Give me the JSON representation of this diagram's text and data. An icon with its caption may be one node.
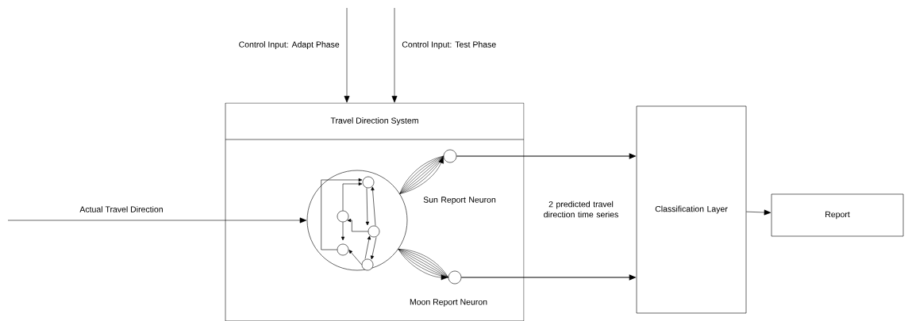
{
  "diagram": {
    "nodes": [
      {
        "text": [
          "Travel Direction System"
        ]
      },
      {
        "text": [],
        "shape": "circle",
        "in": 0
      },
      {
        "text": [],
        "shape": "circle",
        "in": 0
      },
      {
        "text": [],
        "shape": "circle",
        "in": 0,
        "beside": [
          "Moon Report Neuron"
        ]
      },
      {
        "text": [
          "Classification Layer"
        ]
      },
      {
        "text": [
          "Report"
        ]
      },
      {
        "text": [],
        "shape": "circle",
        "in": 1
      },
      {
        "text": [],
        "shape": "circle",
        "in": 1
      },
      {
        "text": [],
        "shape": "circle",
        "in": 1
      },
      {
        "text": [],
        "shape": "circle",
        "in": 1
      },
      {
        "text": [],
        "shape": "circle",
        "in": 1
      }
    ],
    "edges": [
      {
        "from": null,
        "to": 0,
        "arrow": "to",
        "label": "Control Input: Adapt Phase"
      },
      {
        "from": null,
        "to": 0,
        "arrow": "to",
        "label": "Control Input: Test Phase"
      },
      {
        "from": null,
        "to": 1,
        "arrow": "to",
        "label": "Actual Travel Direction"
      },
      {
        "from": 1,
        "to": 2,
        "arrow": "to"
      },
      {
        "from": 1,
        "to": 3,
        "arrow": "to"
      },
      {
        "from": 2,
        "to": 4,
        "arrow": "to"
      },
      {
        "from": 3,
        "to": 4,
        "arrow": "to"
      },
      {
        "from": 4,
        "to": 5,
        "arrow": "to"
      },
      {
        "from": 7,
        "to": 6,
        "arrow": "to"
      },
      {
        "from": 9,
        "to": 6,
        "arrow": "to"
      },
      {
        "from": 6,
        "to": 8,
        "arrow": "to"
      },
      {
        "from": 8,
        "to": 6,
        "arrow": "to"
      },
      {
        "from": 7,
        "to": 9,
        "arrow": "to"
      },
      {
        "from": 8,
        "to": 7,
        "arrow": "to"
      },
      {
        "from": 10,
        "to": 9,
        "arrow": "to"
      },
      {
        "from": 8,
        "to": 10,
        "arrow": "to"
      },
      {
        "from": 10,
        "to": 8,
        "arrow": "to"
      }
    ],
    "labels": [
      "Sun Report Neuron",
      "2 predicted travel direction time series"
    ]
  }
}
